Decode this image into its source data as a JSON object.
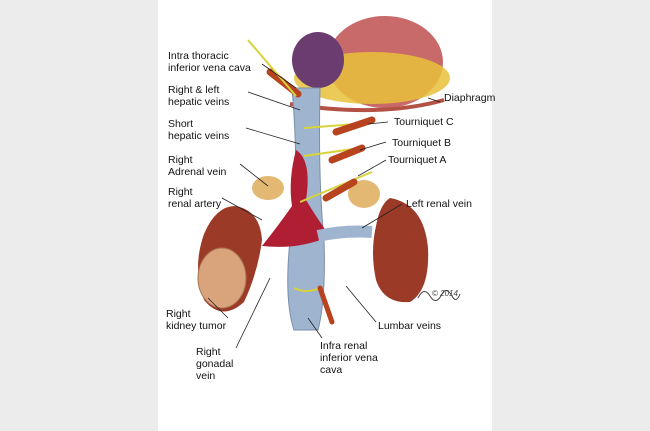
{
  "labels": {
    "ivc_thoracic": "Intra thoracic\ninferior vena cava",
    "hepatic_veins": "Right & left\nhepatic veins",
    "short_hepatic": "Short\nhepatic veins",
    "adrenal_vein": "Right\nAdrenal vein",
    "renal_artery": "Right\nrenal artery",
    "kidney_tumor": "Right\nkidney tumor",
    "gonadal_vein": "Right\ngonadal\nvein",
    "ivc_infra": "Infra renal\ninferior vena\ncava",
    "lumbar_veins": "Lumbar veins",
    "left_renal_vein": "Left renal vein",
    "tourniquet_a": "Tourniquet A",
    "tourniquet_b": "Tourniquet B",
    "tourniquet_c": "Tourniquet C",
    "diaphragm": "Diaphragm"
  },
  "credit": "© 2014",
  "colors": {
    "background": "#ececec",
    "panel": "#ffffff",
    "ivc": "#9fb4cf",
    "heart": "#c96a6a",
    "liver_fat": "#e8c13a",
    "kidney": "#9c3a28",
    "tumor": "#d9a37c",
    "thrombus": "#b01e34",
    "tourniquet": "#b8431f",
    "vessel_loop": "#d8d33a"
  }
}
